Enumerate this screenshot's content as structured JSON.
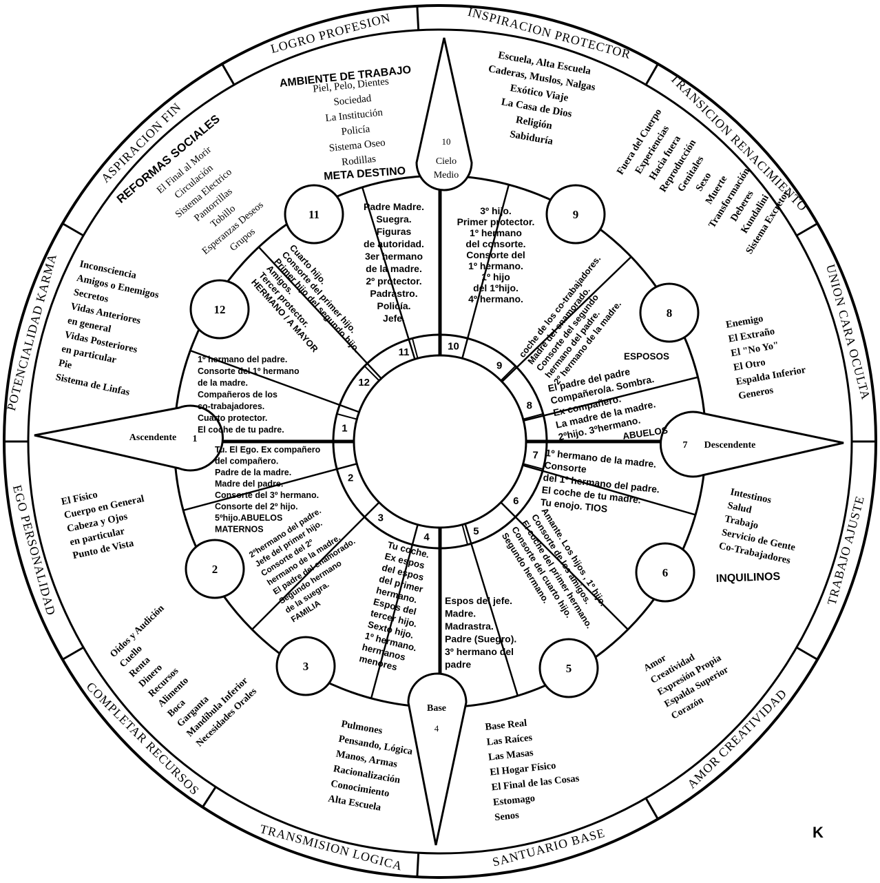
{
  "corner_letter": "K",
  "outer_labels": [
    "LOGRO  PROFESION",
    "INSPIRACION  PROTECTOR",
    "TRANSICION  RENACIMIENTO",
    "UNION  CARA OCULTA",
    "TRABAJO  AJUSTE",
    "AMOR  CREATIVIDAD",
    "SANTUARIO  BASE",
    "TRANSMISION  LOGICA",
    "COMPLETAR  RECURSOS",
    "EGO  PERSONALIDAD",
    "POTENCIALIDAD  KARMA",
    "ASPIRACION  FIN"
  ],
  "angles": {
    "mc_number": "10",
    "mc_label_1": "Cielo",
    "mc_label_2": "Medio",
    "asc_label": "Ascendente",
    "asc_number": "1",
    "desc_number": "7",
    "desc_label": "Descendente",
    "ic_label": "Base",
    "ic_number": "4"
  },
  "house_circles": [
    "11",
    "9",
    "12",
    "8",
    "2",
    "6",
    "3",
    "5"
  ],
  "inner_ring_numbers": [
    "10",
    "9",
    "8",
    "7",
    "6",
    "5",
    "4",
    "3",
    "2",
    "1",
    "12",
    "11"
  ],
  "house_texts": {
    "h1": [
      "Tu. El Ego. Ex compañero",
      "del compañero.",
      "Padre de la madre.",
      "Madre del padre.",
      "Consorte del 3º hermano.",
      "Consorte del 2º hijo.",
      "5ºhijo.ABUELOS",
      "MATERNOS"
    ],
    "h2": [
      "2ºhermano del padre.",
      "Jefe del primer hijo.",
      "Consorte del 2º",
      "hermano de la madre.",
      "El padre del enamorado.",
      "Segundo hermano",
      "de la suegra.",
      "FAMILIA"
    ],
    "h3": [
      "Tu coche.",
      "Ex espos",
      "del espos",
      "del primer",
      "hermano.",
      "Espos del",
      "tercer hijo.",
      "Sexto hijo.",
      "1º hermano.",
      "hermanos",
      "menores"
    ],
    "h4": [
      "Espos del jefe.",
      "Madre.",
      "Madrastra.",
      "Padre (Suegro).",
      "3º hermano del",
      "padre"
    ],
    "h5": [
      "Amante. Los hijos , 1º hijo.",
      "Consorte de los amigos.",
      "El coche del primer hermano.",
      "Consorte del cuarto hijo.",
      "Segundo hermano."
    ],
    "h6": [
      "1º hermano de la madre.",
      "Consorte",
      "del 1º hermano del padre.",
      "El coche de tu madre.",
      "Tu enojo. TIOS"
    ],
    "h7": [
      "ESPOSOS",
      "El padre del padre",
      "Compañero/a. Sombra.",
      "Ex compañero.",
      "La madre de la madre.",
      "2ºhijo. 3ºhermano.",
      "ABUELOS"
    ],
    "h8": [
      "coche de los co-trabajadores.",
      "Madre del enamorado.",
      "Consorte del segundo",
      "hermano del padre.",
      "2º hermano de la madre."
    ],
    "h9": [
      "3º hijo.",
      "Primer protector.",
      "1º hermano",
      "del consorte.",
      "Consorte del",
      "1º hermano.",
      "1º hijo",
      "del 1ºhijo.",
      "4º hermano."
    ],
    "h10": [
      "Padre Madre.",
      "Suegra.",
      "Figuras",
      "de autoridad.",
      "3er hermano",
      "de la madre.",
      "2º protector.",
      "Padrastro.",
      "Policía.",
      "Jefe."
    ],
    "h11": [
      "Cuarto hijo.",
      "Consorte del primer hijo.",
      "Primer hijo del segundo hijo.",
      "Amigos.",
      "Tercer protector.",
      "HERMANO / A MAYOR"
    ],
    "h12": [
      "1º hermano del padre.",
      "Consorte del 1º hermano",
      "de la madre.",
      "Compañeros de los",
      "co-trabajadores.",
      "Cuarto protector.",
      "El coche de tu padre."
    ]
  },
  "sector_texts": {
    "s1": [
      "El Físico",
      "Cuerpo en General",
      "Cabeza y Ojos",
      "en particular",
      "Punto de Vista"
    ],
    "s2": [
      "Oídos y Audición",
      "Cuello",
      "Renta",
      "Dinero",
      "Recursos",
      "Alimento",
      "Boca",
      "Garganta",
      "Mandíbula Inferior",
      "Necesidades Orales"
    ],
    "s3": [
      "Pulmones",
      "Pensando, Lógica",
      "Manos, Armas",
      "Racionalización",
      "Conocimiento",
      "Alta Escuela"
    ],
    "s4": [
      "Base Real",
      "Las Raíces",
      "Las Masas",
      "El Hogar Físico",
      "El Final de las Cosas",
      "Estomago",
      "Senos"
    ],
    "s5": [
      "Amor",
      "Creatividad",
      "Expresión Propia",
      "Espalda Superior",
      "Corazón"
    ],
    "s6": [
      "Intestinos",
      "Salud",
      "Trabajo",
      "Servicio de Gente",
      "Co-Trabajadores",
      "INQUILINOS"
    ],
    "s7": [
      "Enemigo",
      "El Extraño",
      "El \"No Yo\"",
      "El Otro",
      "Espalda Inferior",
      "Generos"
    ],
    "s8": [
      "Fuera del Cuerpo",
      "Experiencias",
      "Hacia fuera",
      "Reproducción",
      "Genitales",
      "Sexo",
      "Muerte",
      "Transformación",
      "Deberes",
      "Kundalini",
      "Sistema Excretor"
    ],
    "s9": [
      "Escuela, Alta Escuela",
      "Caderas, Muslos, Nalgas",
      "Exótico Viaje",
      "La Casa de Dios",
      "Religión",
      "Sabiduría"
    ],
    "s10": [
      "AMBIENTE DE TRABAJO",
      "Piel, Pelo, Dientes",
      "Sociedad",
      "La Institución",
      "Policía",
      "Sistema Oseo",
      "Rodillas",
      "META DESTINO"
    ],
    "s11": [
      "REFORMAS SOCIALES",
      "El Final al Morir",
      "Circulación",
      "Sistema Electrico",
      "Pantorrillas",
      "Tobillo",
      "Esperanzas Deseos",
      "Grupos"
    ],
    "s12": [
      "Inconsciencia",
      "Amigos o Enemigos",
      "Secretos",
      "Vidas Anteriores",
      "en general",
      "Vidas Posteriores",
      "en particular",
      "Pie",
      "Sistema de Linfas"
    ]
  }
}
